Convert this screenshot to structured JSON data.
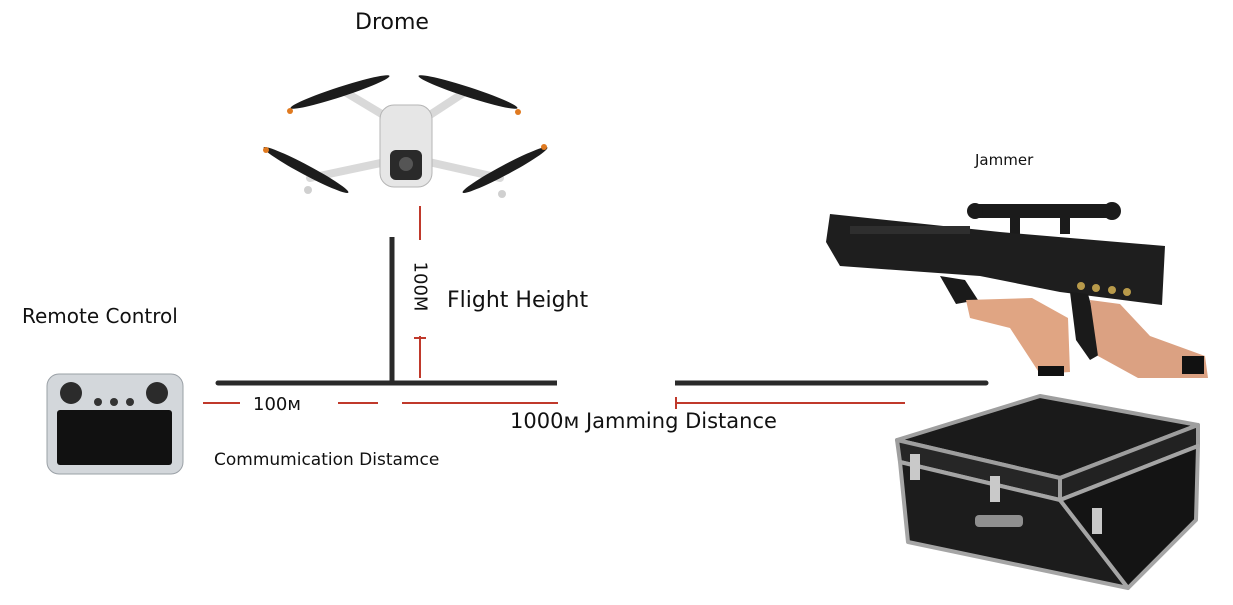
{
  "labels": {
    "drone": "Drome",
    "jammer": "Jammer",
    "remote": "Remote Control",
    "flight_height": "Flight Height",
    "height_value": "100M",
    "comm_value": "100м",
    "comm_label": "Commumication Distamce",
    "jam_label": "1000м Jamming Distance"
  },
  "colors": {
    "line": "#2a2a2a",
    "red": "#c0392b",
    "device_dark": "#1a1a1a",
    "device_light": "#e8e8e8"
  },
  "icons": [
    "drone-icon",
    "remote-control-icon",
    "jammer-gun-icon",
    "carrying-case-icon"
  ]
}
